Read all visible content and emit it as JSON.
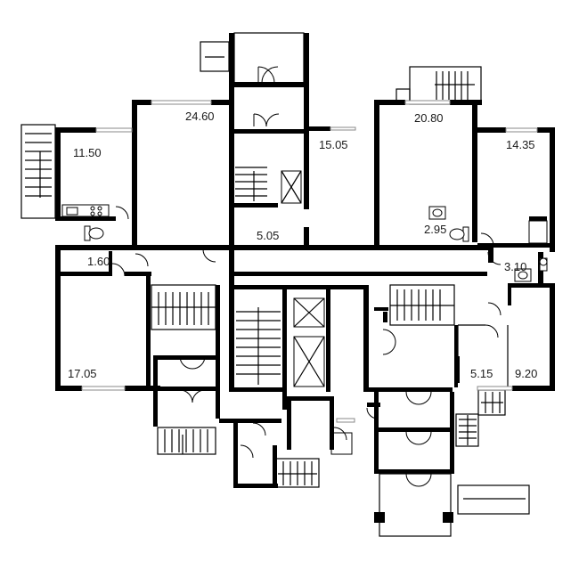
{
  "plan": {
    "background": "#ffffff",
    "wall_color": "#000000",
    "rooms": [
      {
        "id": "room-11-50",
        "area": "11.50"
      },
      {
        "id": "room-24-60",
        "area": "24.60"
      },
      {
        "id": "room-15-05",
        "area": "15.05"
      },
      {
        "id": "room-20-80",
        "area": "20.80"
      },
      {
        "id": "room-14-35",
        "area": "14.35"
      },
      {
        "id": "room-5-05",
        "area": "5.05"
      },
      {
        "id": "room-2-95",
        "area": "2.95"
      },
      {
        "id": "room-1-60",
        "area": "1.60"
      },
      {
        "id": "room-3-10",
        "area": "3.10"
      },
      {
        "id": "room-17-05",
        "area": "17.05"
      },
      {
        "id": "room-5-15",
        "area": "5.15"
      },
      {
        "id": "room-9-20",
        "area": "9.20"
      }
    ]
  }
}
